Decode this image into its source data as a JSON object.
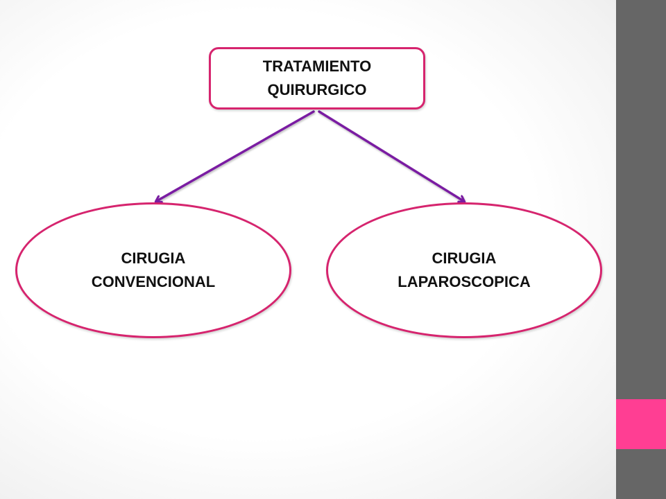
{
  "diagram": {
    "root": {
      "line1": "TRATAMIENTO",
      "line2": "QUIRURGICO"
    },
    "children": [
      {
        "line1": "CIRUGIA",
        "line2": "CONVENCIONAL"
      },
      {
        "line1": "CIRUGIA",
        "line2": "LAPAROSCOPICA"
      }
    ]
  },
  "colors": {
    "node_border": "#d6246e",
    "arrow": "#7a1fa2",
    "side_bar": "#666666",
    "side_accent": "#ff3e93"
  }
}
